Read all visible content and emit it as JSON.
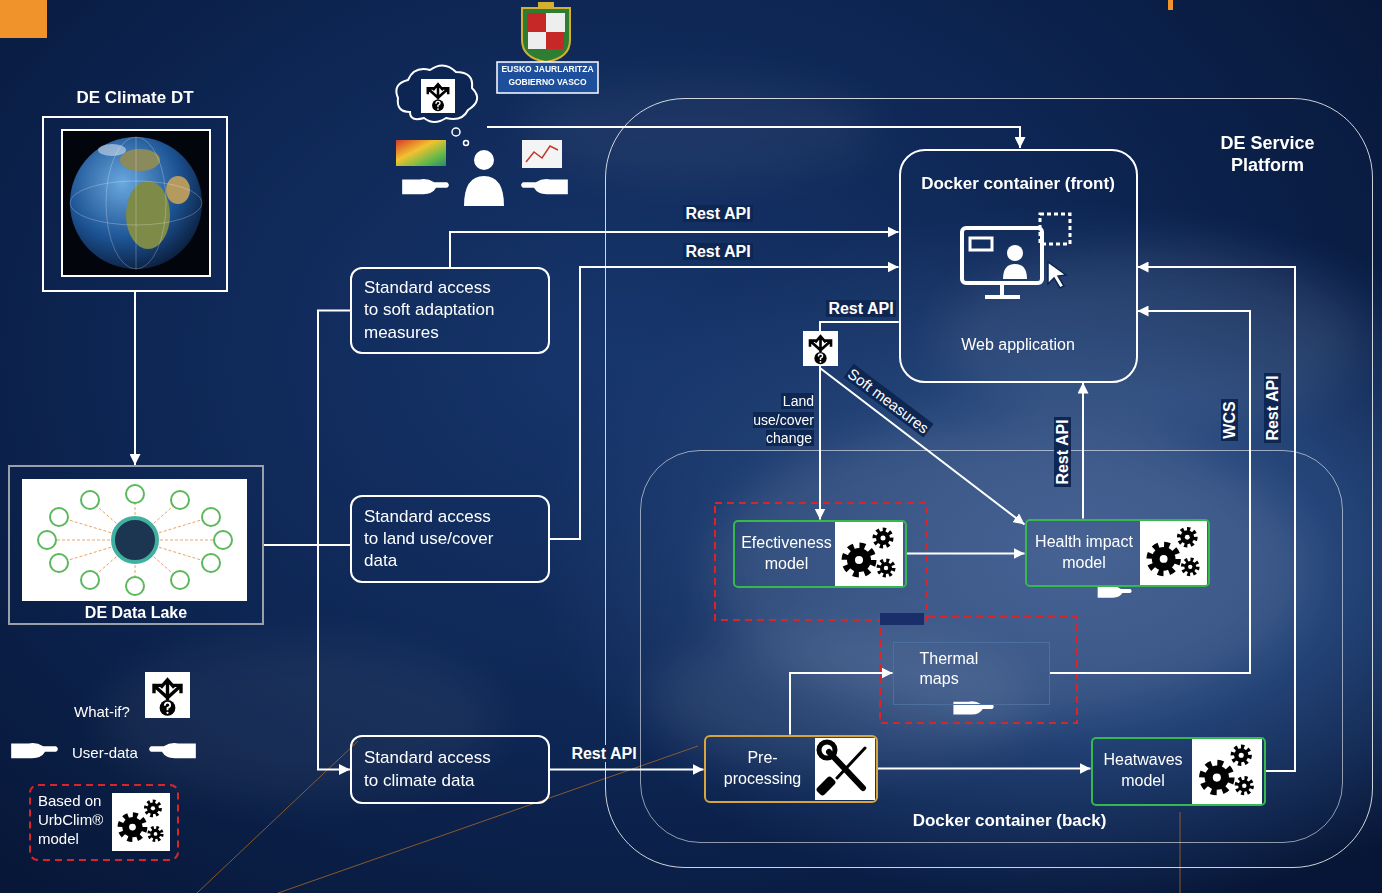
{
  "diagram": {
    "nodes": [
      {
        "text": [
          "DE Climate DT"
        ]
      },
      {
        "text": [
          "DE Data Lake"
        ]
      },
      {
        "text": [
          "Standard access to soft adaptation measures"
        ]
      },
      {
        "text": [
          "Standard access to land use/cover data"
        ]
      },
      {
        "text": [
          "Standard access to climate data"
        ]
      },
      {
        "text": [
          "DE Service Platform"
        ]
      },
      {
        "text": [
          "Docker container (front)",
          "Web application"
        ],
        "in": 5
      },
      {
        "text": [
          "Docker container (back)"
        ],
        "in": 5
      },
      {
        "text": [
          "Efectiveness model"
        ],
        "in": 7
      },
      {
        "text": [
          "Health impact model"
        ],
        "in": 7
      },
      {
        "text": [
          "Thermal maps"
        ],
        "in": 7
      },
      {
        "text": [
          "Pre-processing"
        ],
        "in": 7
      },
      {
        "text": [
          "Heatwaves model"
        ],
        "in": 7
      }
    ],
    "edges": [
      {
        "from": 0,
        "to": 1,
        "arrow": "to"
      },
      {
        "from": 1,
        "to": 2,
        "arrow": "none"
      },
      {
        "from": 1,
        "to": 3,
        "arrow": "none"
      },
      {
        "from": 1,
        "to": 4,
        "arrow": "to"
      },
      {
        "from": 2,
        "to": 6,
        "label": "Rest API",
        "arrow": "to"
      },
      {
        "from": 3,
        "to": 6,
        "label": "Rest API",
        "arrow": "to"
      },
      {
        "from": 4,
        "to": 11,
        "label": "Rest API",
        "arrow": "to"
      },
      {
        "from": 6,
        "to": 8,
        "label": "Land use/cover change",
        "arrow": "to"
      },
      {
        "from": 6,
        "to": 9,
        "label": "Soft measures",
        "arrow": "to"
      },
      {
        "from": 8,
        "to": 9,
        "arrow": "to"
      },
      {
        "from": 9,
        "to": 6,
        "label": "Rest API",
        "arrow": "to"
      },
      {
        "from": 11,
        "to": 10,
        "arrow": "to"
      },
      {
        "from": 11,
        "to": 12,
        "arrow": "to"
      },
      {
        "from": 10,
        "to": 6,
        "label": "WCS",
        "arrow": "to"
      },
      {
        "from": 12,
        "to": 6,
        "label": "Rest API",
        "arrow": "to"
      }
    ],
    "labels": [
      "EUSKO JAURLARITZA",
      "GOBIERNO VASCO",
      "Rest API"
    ],
    "legend": [
      {
        "text": "What-if?"
      },
      {
        "text": "User-data"
      },
      {
        "text": "Based on UrbClim® model"
      }
    ]
  }
}
